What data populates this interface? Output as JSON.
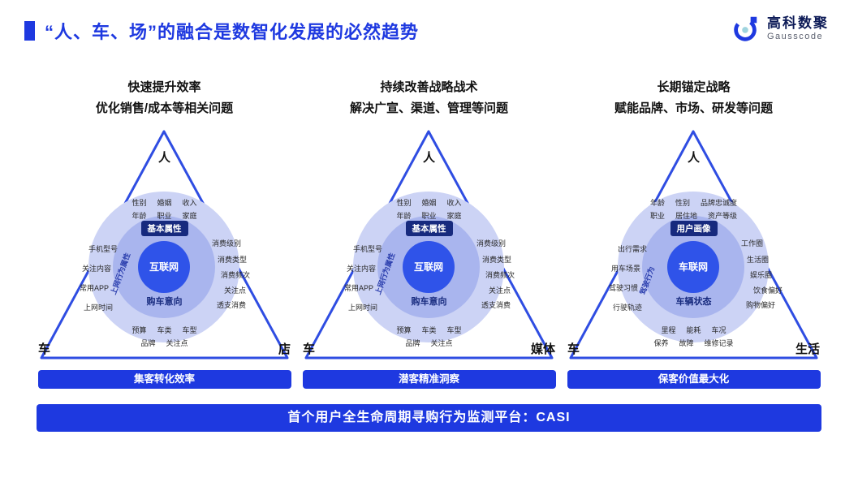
{
  "colors": {
    "accent": "#1e39e0",
    "title": "#1726d9",
    "triangle_stroke": "#2f4de2",
    "ring_outer": "#ccd3f5",
    "ring_mid": "#a9b5ee",
    "ring_core": "#2f53e9",
    "navy": "#172a7e"
  },
  "title": {
    "text": "“人、车、场”的融合是数智化发展的必然趋势"
  },
  "logo": {
    "name": "高科数聚",
    "sub": "Gausscode"
  },
  "panels": [
    {
      "header_line1": "快速提升效率",
      "header_line2": "优化销售/成本等相关问题",
      "apex_label": "人",
      "left_vertex": "车",
      "right_vertex": "店",
      "center": {
        "top_box": "基本属性",
        "circle": "互联网",
        "bottom": "购车意向",
        "rotated": "上网行为属性"
      },
      "top_labels_row1": [
        "性别",
        "婚姻",
        "收入"
      ],
      "top_labels_row2": [
        "年龄",
        "职业",
        "家庭"
      ],
      "left_labels": [
        "手机型号",
        "关注内容",
        "常用APP",
        "上网时间"
      ],
      "right_labels": [
        "消费级别",
        "消费类型",
        "消费频次",
        "关注点",
        "透支消费"
      ],
      "bottom_labels_row1": [
        "预算",
        "车类",
        "车型"
      ],
      "bottom_labels_row2": [
        "品牌",
        "关注点"
      ],
      "bar": "集客转化效率"
    },
    {
      "header_line1": "持续改善战略战术",
      "header_line2": "解决广宣、渠道、管理等问题",
      "apex_label": "人",
      "left_vertex": "车",
      "right_vertex": "媒体",
      "center": {
        "top_box": "基本属性",
        "circle": "互联网",
        "bottom": "购车意向",
        "rotated": "上网行为属性"
      },
      "top_labels_row1": [
        "性别",
        "婚姻",
        "收入"
      ],
      "top_labels_row2": [
        "年龄",
        "职业",
        "家庭"
      ],
      "left_labels": [
        "手机型号",
        "关注内容",
        "常用APP",
        "上网时间"
      ],
      "right_labels": [
        "消费级别",
        "消费类型",
        "消费频次",
        "关注点",
        "透支消费"
      ],
      "bottom_labels_row1": [
        "预算",
        "车类",
        "车型"
      ],
      "bottom_labels_row2": [
        "品牌",
        "关注点"
      ],
      "bar": "潜客精准洞察"
    },
    {
      "header_line1": "长期锚定战略",
      "header_line2": "赋能品牌、市场、研发等问题",
      "apex_label": "人",
      "left_vertex": "车",
      "right_vertex": "生活",
      "center": {
        "top_box": "用户画像",
        "circle": "车联网",
        "bottom": "车辆状态",
        "rotated": "驾驶行为"
      },
      "top_labels_row1": [
        "年龄",
        "性别",
        "品牌忠诚度"
      ],
      "top_labels_row2": [
        "职业",
        "居住地",
        "资产等级"
      ],
      "left_labels": [
        "出行需求",
        "用车场景",
        "驾驶习惯",
        "行驶轨迹"
      ],
      "right_labels": [
        "工作圈",
        "生活圈",
        "娱乐圈",
        "饮食偏好",
        "购物偏好"
      ],
      "bottom_labels_row1": [
        "里程",
        "能耗",
        "车况"
      ],
      "bottom_labels_row2": [
        "保养",
        "故障",
        "维修记录"
      ],
      "bar": "保客价值最大化"
    }
  ],
  "footer": {
    "text": "首个用户全生命周期寻购行为监测平台：CASI"
  }
}
